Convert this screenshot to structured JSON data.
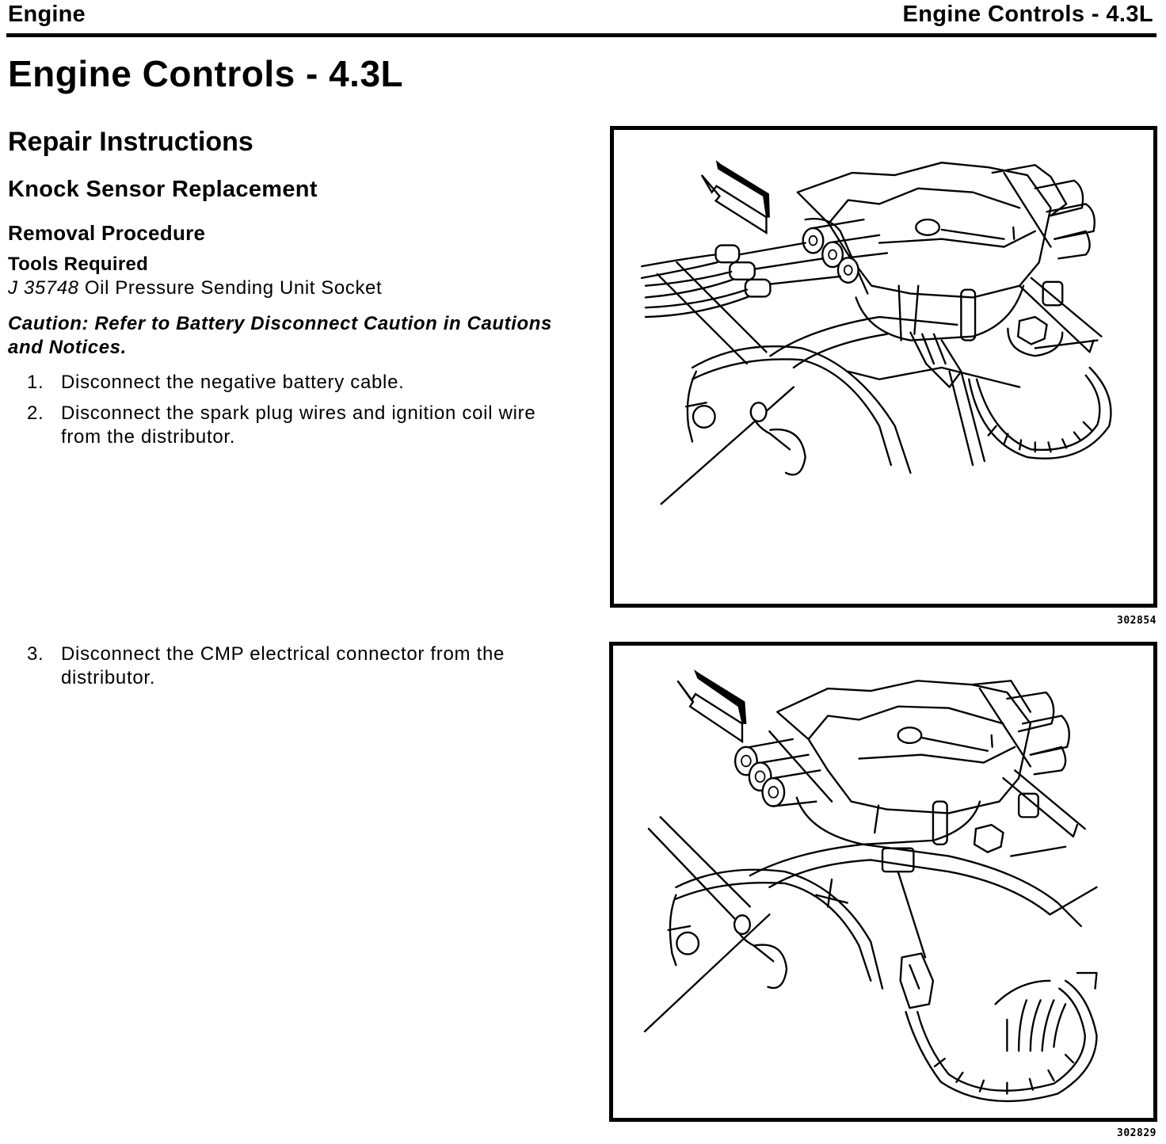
{
  "running_header": {
    "left": "Engine",
    "right": "Engine Controls - 4.3L"
  },
  "page_title": "Engine Controls - 4.3L",
  "section_title": "Repair Instructions",
  "subsection_title": "Knock Sensor Replacement",
  "procedure_title": "Removal Procedure",
  "tools": {
    "heading": "Tools Required",
    "items": [
      {
        "number": "J 35748",
        "description": "Oil Pressure Sending Unit Socket"
      }
    ]
  },
  "caution": "Caution: Refer to Battery Disconnect Caution in Cautions and Notices.",
  "steps": [
    {
      "number": "1.",
      "text": "Disconnect the negative battery cable."
    },
    {
      "number": "2.",
      "text": "Disconnect the spark plug wires and ignition coil wire from the distributor."
    },
    {
      "number": "3.",
      "text": "Disconnect the CMP electrical connector from the distributor."
    }
  ],
  "figures": [
    {
      "id": "302854",
      "subject": "distributor with spark plug wires attached",
      "icon": "front-direction-arrow"
    },
    {
      "id": "302829",
      "subject": "distributor with CMP electrical connector",
      "icon": "front-direction-arrow"
    }
  ]
}
